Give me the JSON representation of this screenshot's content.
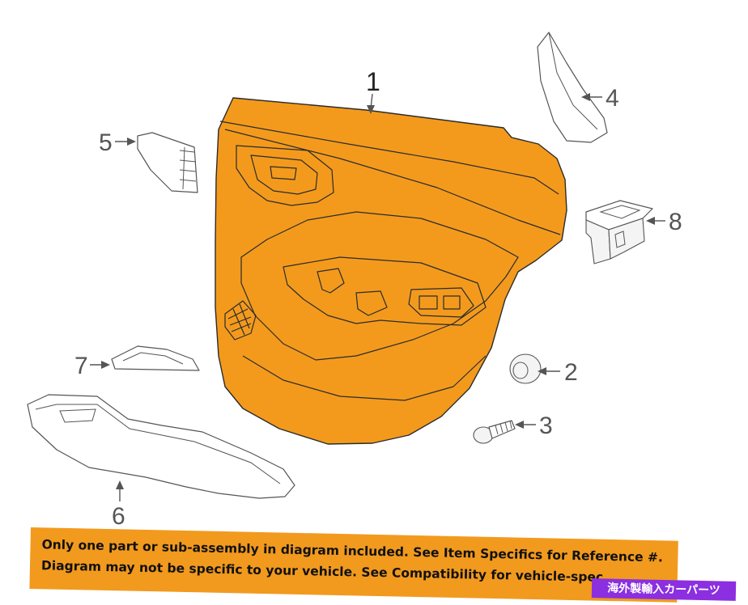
{
  "callouts": {
    "part1": "1",
    "part2": "2",
    "part3": "3",
    "part4": "4",
    "part5": "5",
    "part6": "6",
    "part7": "7",
    "part8": "8"
  },
  "notice": {
    "line1": "Only one part or sub-assembly in diagram included. See Item Specifics for Reference #.",
    "line2": "Diagram may not be specific to your vehicle. See Compatibility for vehicle-spec"
  },
  "badge": {
    "text": "海外製輸入カーパーツ"
  },
  "colors": {
    "highlight": "#f39a1d",
    "banner": "#f29a1e",
    "badge": "#8b2fe0"
  }
}
